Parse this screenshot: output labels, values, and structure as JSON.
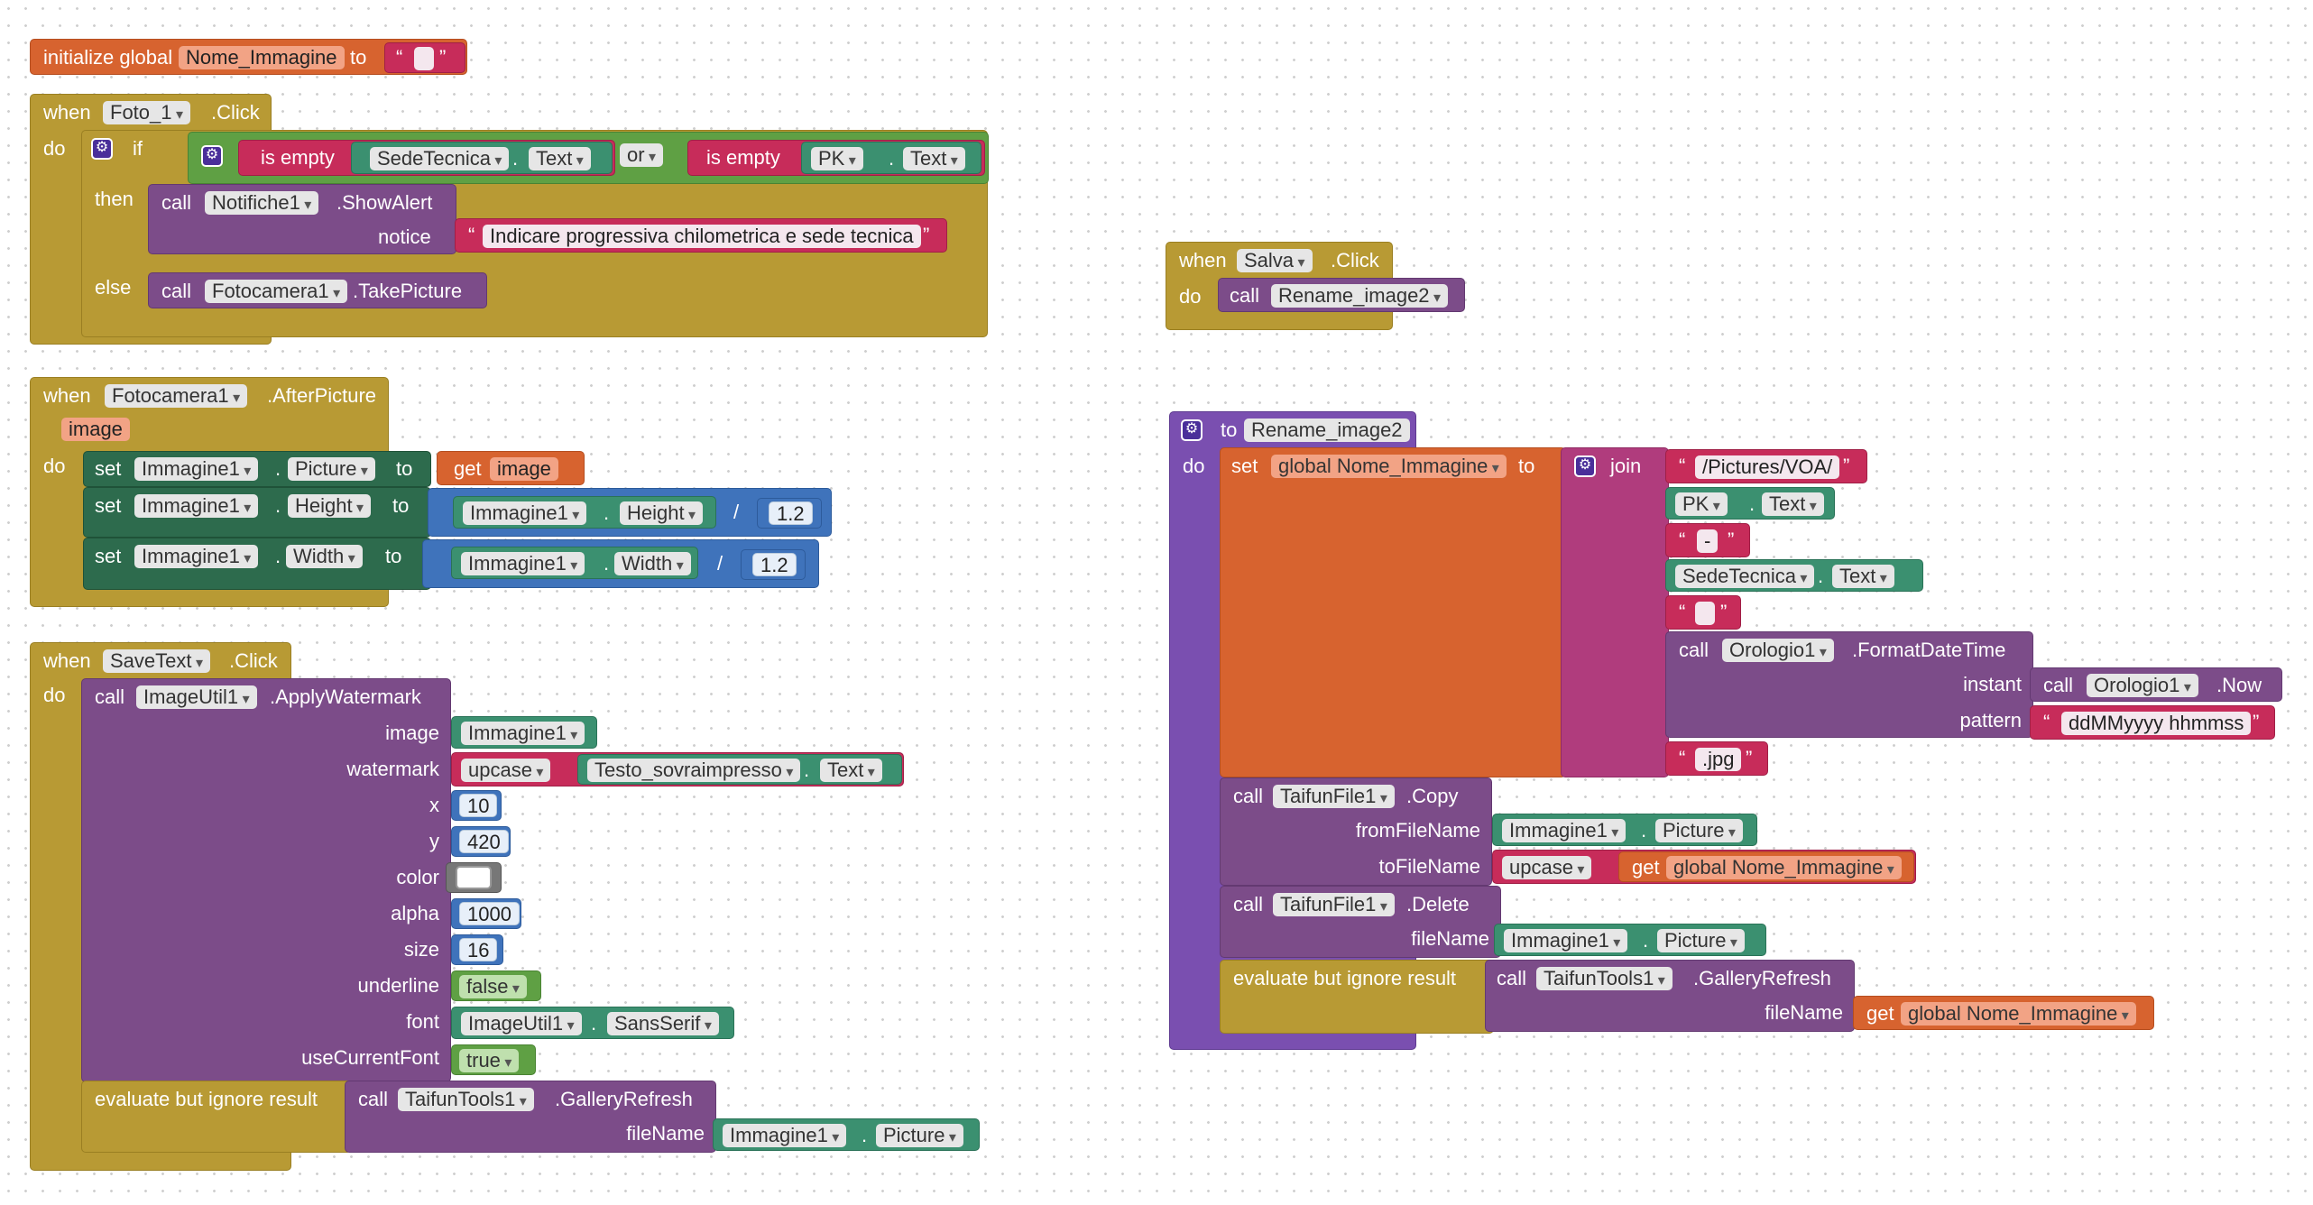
{
  "kw": {
    "when": "when",
    "do": "do",
    "call": "call",
    "set": "set",
    "to": "to",
    "get": "get",
    "if": "if",
    "then": "then",
    "else": "else",
    "join": "join",
    "or": "or",
    "is_empty": "is empty",
    "evaluate": "evaluate but ignore result",
    "image": "image",
    "slash": "/",
    "initialize_global": "initialize global",
    "quote_open": "“",
    "quote_close": "”",
    "dot": "."
  },
  "init": {
    "var": "Nome_Immagine"
  },
  "foto": {
    "component": "Foto_1",
    "event": ".Click",
    "c1": "SedeTecnica",
    "p1": "Text",
    "c2": "PK",
    "p2": "Text",
    "alert_comp": "Notifiche1",
    "alert_method": ".ShowAlert",
    "notice_label": "notice",
    "notice_text": "Indicare progressiva chilometrica e sede tecnica",
    "cam_comp": "Fotocamera1",
    "cam_method": ".TakePicture"
  },
  "after": {
    "component": "Fotocamera1",
    "event": ".AfterPicture",
    "param": "image",
    "img": "Immagine1",
    "prop_picture": "Picture",
    "prop_height": "Height",
    "prop_width": "Width",
    "divisor": "1.2"
  },
  "savetext": {
    "component": "SaveText",
    "event": ".Click",
    "util": "ImageUtil1",
    "method": ".ApplyWatermark",
    "labels": {
      "image": "image",
      "watermark": "watermark",
      "x": "x",
      "y": "y",
      "color": "color",
      "alpha": "alpha",
      "size": "size",
      "underline": "underline",
      "font": "font",
      "useCurrentFont": "useCurrentFont",
      "fileName": "fileName"
    },
    "img": "Immagine1",
    "upcase": "upcase",
    "text_comp": "Testo_sovraimpresso",
    "text_prop": "Text",
    "x": "10",
    "y": "420",
    "alpha": "1000",
    "size": "16",
    "underline": "false",
    "font_prop": "SansSerif",
    "usecurrent": "true",
    "tools": "TaifunTools1",
    "refresh": ".GalleryRefresh",
    "picture": "Picture"
  },
  "salva": {
    "component": "Salva",
    "event": ".Click",
    "proc": "Rename_image2"
  },
  "rename": {
    "proc": "Rename_image2",
    "global_var": "global Nome_Immagine",
    "s1": "/Pictures/VOA/",
    "pk": "PK",
    "text": "Text",
    "s2": "-",
    "sede": "SedeTecnica",
    "clock": "Orologio1",
    "fmt": ".FormatDateTime",
    "instant": "instant",
    "now": ".Now",
    "pattern_label": "pattern",
    "pattern": "ddMMyyyy hhmmss",
    "ext": ".jpg",
    "file": "TaifunFile1",
    "copy": ".Copy",
    "from": "fromFileName",
    "to_file": "toFileName",
    "img": "Immagine1",
    "picture": "Picture",
    "upcase": "upcase",
    "delete": ".Delete",
    "filename": "fileName",
    "tools": "TaifunTools1",
    "refresh": ".GalleryRefresh"
  }
}
